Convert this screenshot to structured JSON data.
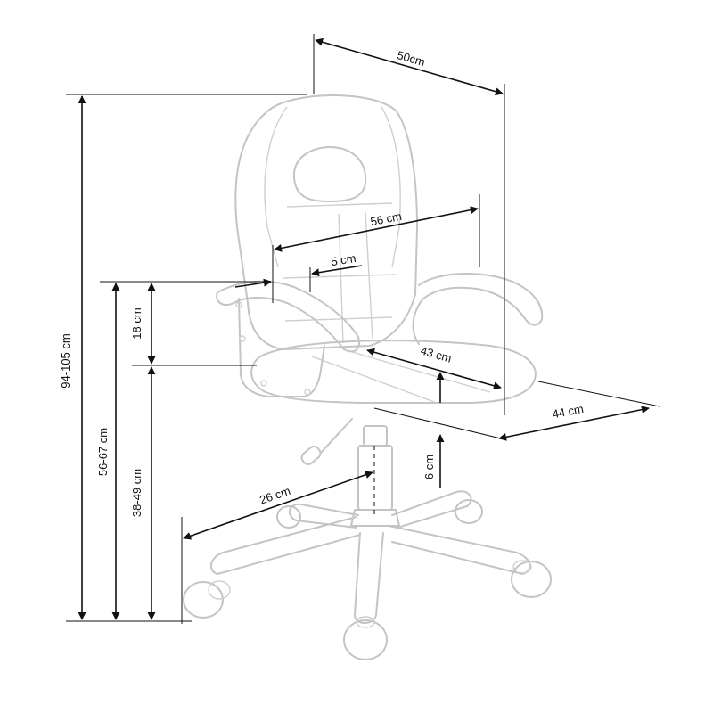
{
  "colors": {
    "outline": "#c4c4c4",
    "dimension": "#111111",
    "background": "#ffffff"
  },
  "dimensions": {
    "total_height": "94-105 cm",
    "armrest_height": "56-67 cm",
    "seat_height": "38-49 cm",
    "armrest_above_seat": "18 cm",
    "backrest_width": "50cm",
    "armrest_span": "56 cm",
    "armrest_width": "5 cm",
    "seat_depth": "43 cm",
    "seat_width": "44 cm",
    "gas_lift_travel": "6 cm",
    "base_radius": "26 cm"
  }
}
